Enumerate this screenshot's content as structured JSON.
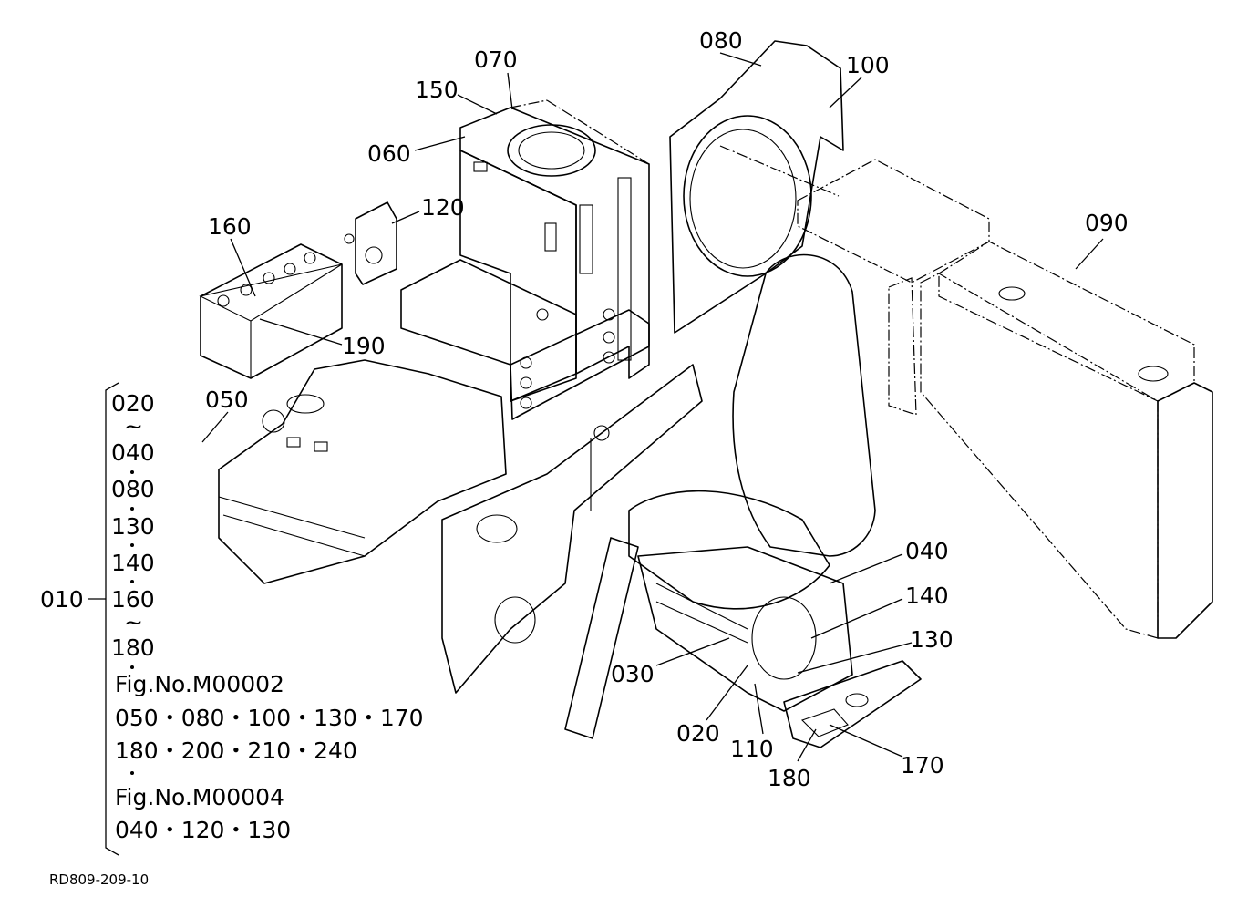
{
  "callouts": {
    "c070": "070",
    "c080": "080",
    "c100": "100",
    "c150": "150",
    "c060": "060",
    "c120": "120",
    "c160": "160",
    "c090": "090",
    "c190": "190",
    "c050": "050",
    "c040": "040",
    "c140": "140",
    "c130": "130",
    "c030": "030",
    "c020": "020",
    "c110": "110",
    "c170": "170",
    "c180": "180"
  },
  "legend": {
    "assembly": "010",
    "row1": "020",
    "tilde1": "~",
    "row2": "040",
    "row3": "080",
    "row4": "130",
    "row5": "140",
    "row6": "160",
    "tilde2": "~",
    "row7": "180",
    "fig1": "Fig.No.M00002",
    "fig1_line1": "050・080・100・130・170",
    "fig1_line2": "180・200・210・240",
    "fig2": "Fig.No.M00004",
    "fig2_line1": "040・120・130"
  },
  "drawing_code": "RD809-209-10"
}
